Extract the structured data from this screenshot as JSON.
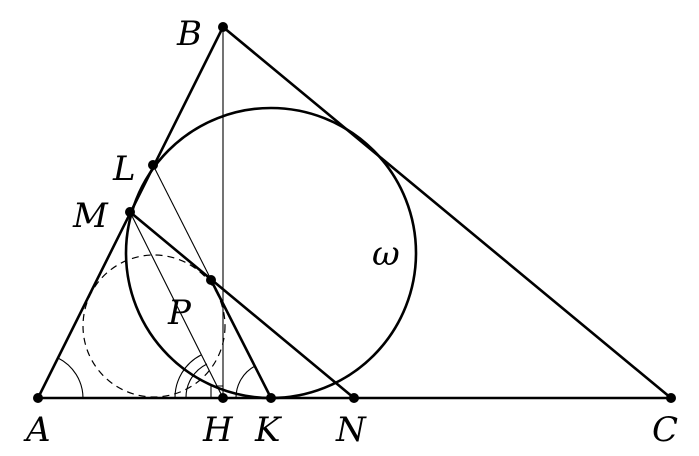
{
  "points": {
    "A": "A",
    "B": "B",
    "C": "C",
    "L": "L",
    "M": "M",
    "P": "P",
    "H": "H",
    "K": "K",
    "N": "N"
  },
  "circle_label": "ω"
}
